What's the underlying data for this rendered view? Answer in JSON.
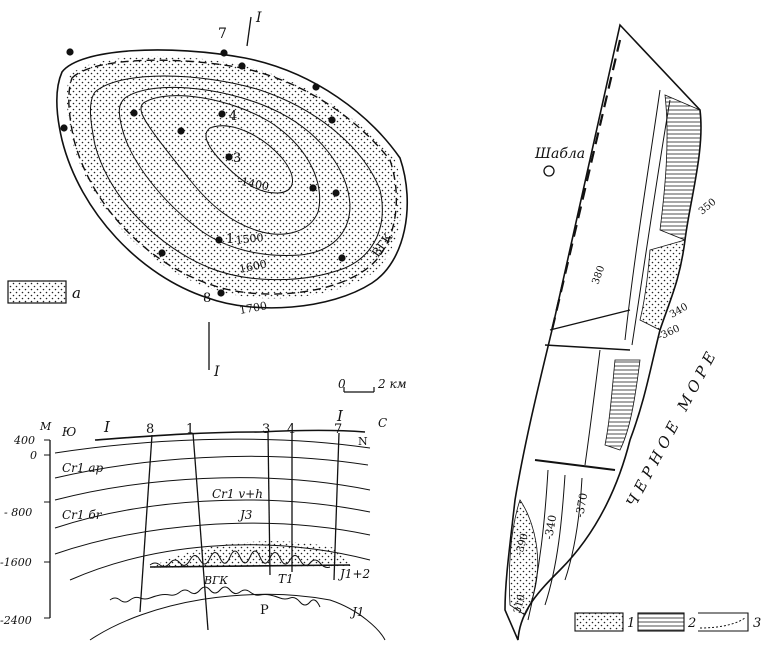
{
  "map_top": {
    "section_line_label": "I",
    "well_labels": {
      "w7": "7",
      "w4": "4",
      "w3": "3",
      "w1": "1",
      "w8": "8"
    },
    "contours": {
      "c1400": "-1400",
      "c1500": "1500",
      "c1600": "1600",
      "c1700": "1700"
    },
    "gwc_label": "ВГК",
    "legend_label": "а"
  },
  "scale": {
    "zero": "0",
    "two_km": "2 км"
  },
  "section": {
    "end_left": "I",
    "end_right": "I",
    "south": "Ю",
    "north": "С",
    "unit": "М",
    "depth_ticks": {
      "t400": "400",
      "t0": "0",
      "t800": "- 800",
      "t1600": "-1600",
      "t2400": "-2400"
    },
    "wells": {
      "w8": "8",
      "w1": "1",
      "w3": "3",
      "w4": "4",
      "w7": "7"
    },
    "strata": {
      "n": "N",
      "cr1ap": "Cr1 ар",
      "cr1br": "Cr1 бr",
      "cr1vh": "Cr1 v+h",
      "j3": "J3",
      "j12": "J1+2",
      "t1": "T1",
      "gwc": "ВГК",
      "j1": "J1",
      "p": "P"
    }
  },
  "map_right": {
    "place": "Шабла",
    "sea": "ЧЕРНОЕ МОРЕ",
    "contours": {
      "c380": "380",
      "c350": "350",
      "c340": "340",
      "c360": "-360",
      "c340b": "-340",
      "c370": "-370",
      "c390": "-390",
      "c310": "310"
    },
    "legend": {
      "l1": "1",
      "l2": "2",
      "l3": "3"
    }
  }
}
